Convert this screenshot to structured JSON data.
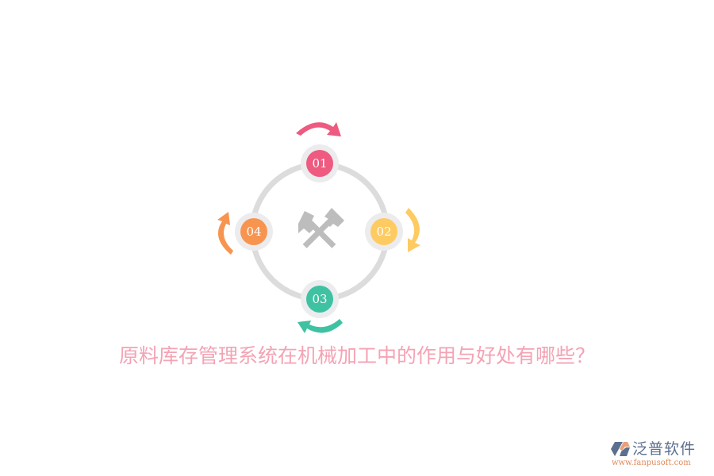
{
  "title": "原料库存管理系统在机械加工中的作用与好处有哪些？",
  "center_icon": "crossed-hammers-icon",
  "ring": {
    "color": "#dcdcdc"
  },
  "nodes": [
    {
      "label": "01",
      "color": "#ee5a80",
      "arrow": "clockwise-arrow-top"
    },
    {
      "label": "02",
      "color": "#fecb63",
      "arrow": "clockwise-arrow-right"
    },
    {
      "label": "03",
      "color": "#3fc2a2",
      "arrow": "clockwise-arrow-bottom"
    },
    {
      "label": "04",
      "color": "#f79550",
      "arrow": "clockwise-arrow-left"
    }
  ],
  "node_ring_color": "#ececee",
  "icon_color": "#bdbdbd",
  "title_color": "#f4a3b4",
  "logo": {
    "name": "泛普软件",
    "url": "www.fanpusoft.com",
    "name_color": "#5d6f8f",
    "url_color": "#e0895a"
  }
}
